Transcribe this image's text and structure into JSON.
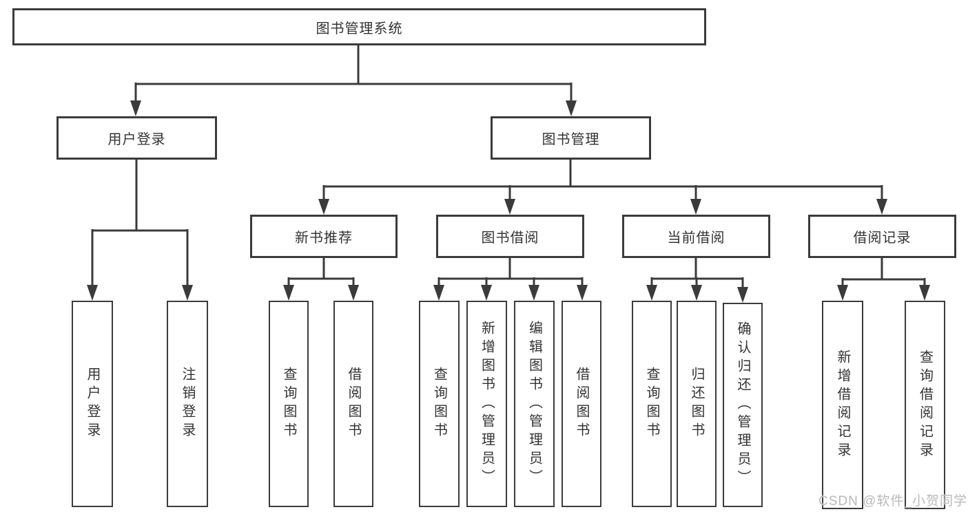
{
  "tree": {
    "label": "图书管理系统",
    "children": [
      {
        "label": "用户登录",
        "children": [
          {
            "label": "用户登录"
          },
          {
            "label": "注销登录"
          }
        ]
      },
      {
        "label": "图书管理",
        "children": [
          {
            "label": "新书推荐",
            "children": [
              {
                "label": "查询图书"
              },
              {
                "label": "借阅图书"
              }
            ]
          },
          {
            "label": "图书借阅",
            "children": [
              {
                "label": "查询图书"
              },
              {
                "label": "新增图书（管理员）"
              },
              {
                "label": "编辑图书（管理员）"
              },
              {
                "label": "借阅图书"
              }
            ]
          },
          {
            "label": "当前借阅",
            "children": [
              {
                "label": "查询图书"
              },
              {
                "label": "归还图书"
              },
              {
                "label": "确认归还（管理员）"
              }
            ]
          },
          {
            "label": "借阅记录",
            "children": [
              {
                "label": "新增借阅记录"
              },
              {
                "label": "查询借阅记录"
              }
            ]
          }
        ]
      }
    ]
  },
  "watermark": {
    "text": "CSDN @软件_小贺同学"
  },
  "style": {
    "line_color": "#3b3b3b",
    "text_color": "#333333",
    "background": "#ffffff",
    "watermark_color": "#b9b9b9"
  }
}
